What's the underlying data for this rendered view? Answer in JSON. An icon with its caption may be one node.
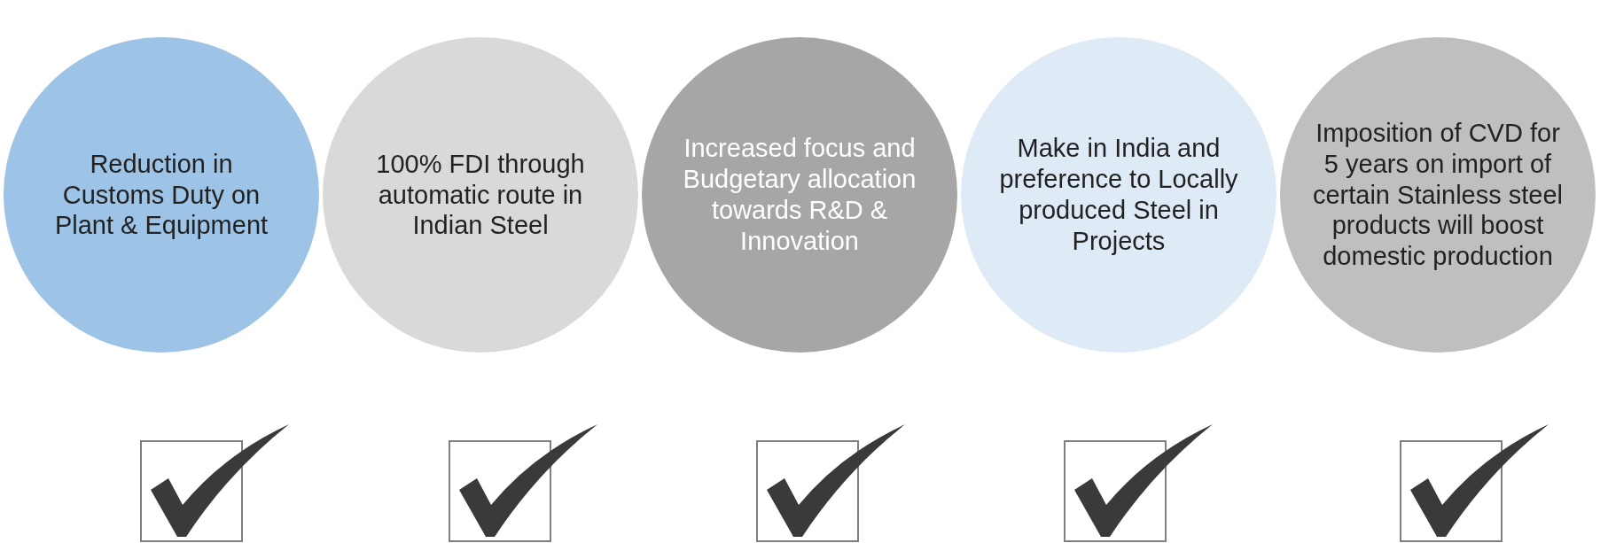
{
  "diagram": {
    "nodes": [
      {
        "text": [
          "Reduction in Customs Duty on Plant & Equipment"
        ]
      },
      {
        "text": [
          "100% FDI through automatic route in Indian Steel"
        ]
      },
      {
        "text": [
          "Increased focus and Budgetary allocation towards R&D & Innovation"
        ]
      },
      {
        "text": [
          "Make in India and preference to Locally produced Steel in Projects"
        ]
      },
      {
        "text": [
          "Imposition of CVD for 5 years on import of certain Stainless steel products will boost domestic production"
        ]
      }
    ]
  }
}
